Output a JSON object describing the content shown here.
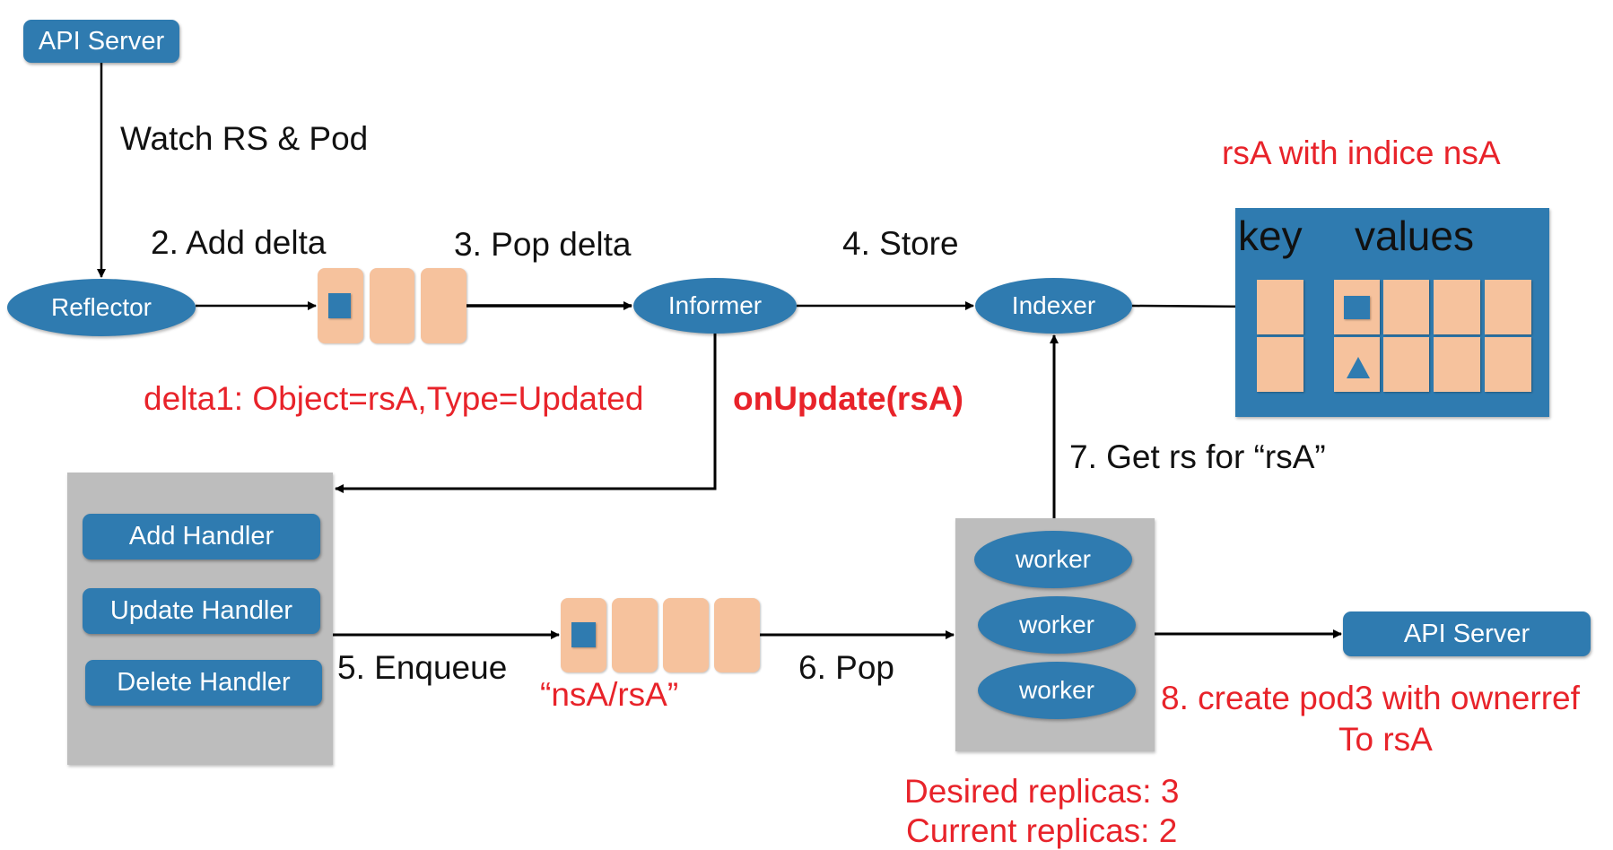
{
  "nodes": {
    "api_server_top": "API Server",
    "reflector": "Reflector",
    "informer": "Informer",
    "indexer": "Indexer",
    "api_server_bottom": "API Server",
    "workers": [
      "worker",
      "worker",
      "worker"
    ]
  },
  "handlers": [
    "Add Handler",
    "Update Handler",
    "Delete Handler"
  ],
  "steps": {
    "watch": "Watch RS & Pod",
    "add_delta": "2. Add delta",
    "pop_delta": "3. Pop delta",
    "store": "4. Store",
    "enqueue": "5. Enqueue",
    "pop": "6. Pop",
    "get_rs": "7. Get rs for “rsA”",
    "create_pod_line1": "8. create pod3 with ownerref",
    "create_pod_line2": "To rsA"
  },
  "annotations": {
    "delta1": "delta1: Object=rsA,Type=Updated",
    "on_update": "onUpdate(rsA)",
    "queue_key": "“nsA/rsA”",
    "index_title": "rsA with indice nsA",
    "desired_replicas": "Desired replicas: 3",
    "current_replicas": "Current replicas: 2"
  },
  "index_table": {
    "key_header": "key",
    "values_header": "values"
  },
  "colors": {
    "node_blue": "#2f7bb0",
    "queue_peach": "#f6c29d",
    "panel_gray": "#bdbdbd",
    "annotation_red": "#e8232a"
  }
}
